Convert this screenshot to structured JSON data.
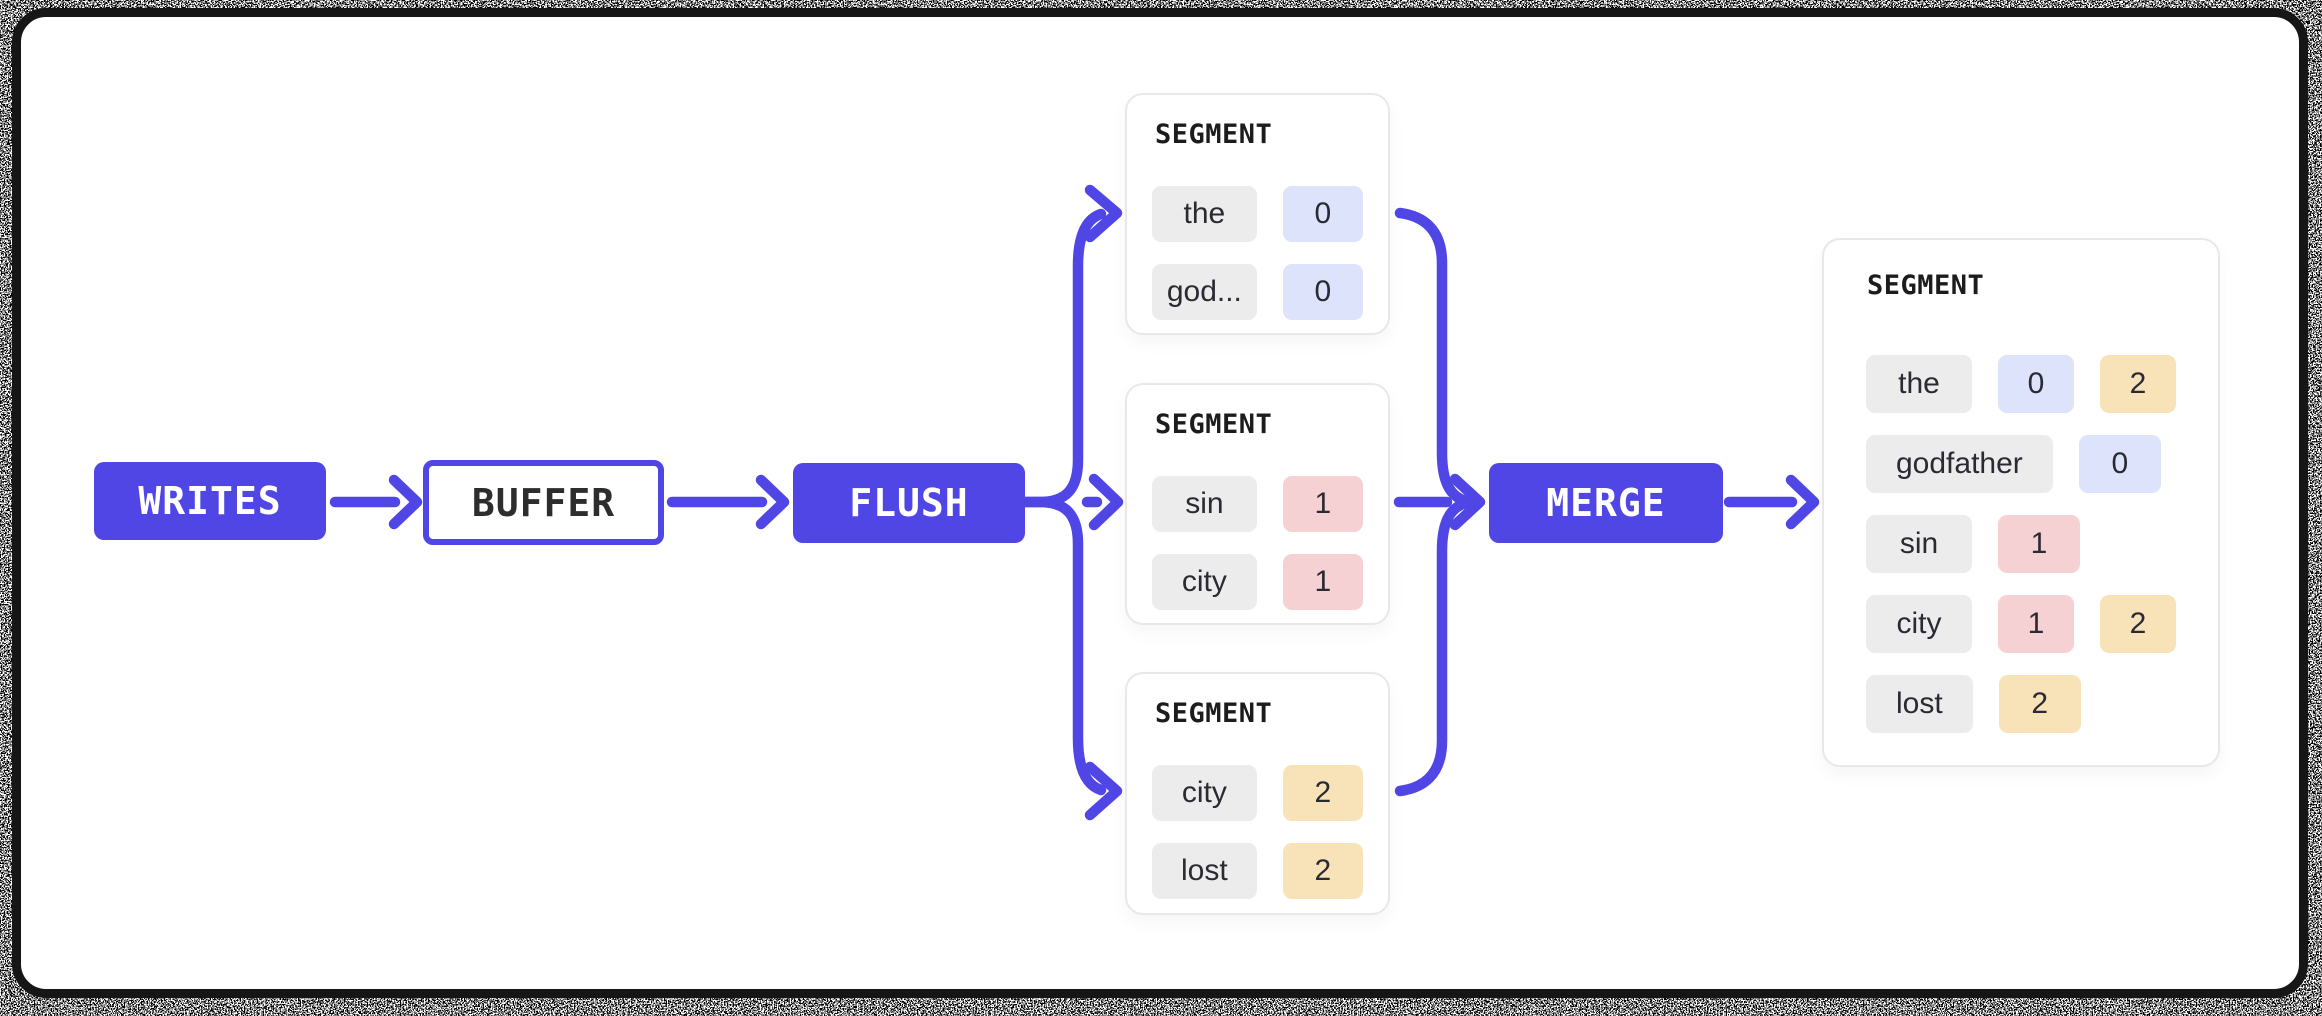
{
  "colors": {
    "accent": "#4F46E5",
    "chip_word_bg": "#ECECEC",
    "chip_blue": "#DDE3FB",
    "chip_pink": "#F5D1D3",
    "chip_yellow": "#F8E3B8",
    "text_dark": "#2A2A32",
    "card_border": "#E8E8E8",
    "frame_border": "#161616"
  },
  "pipeline": {
    "writes_label": "WRITES",
    "buffer_label": "BUFFER",
    "flush_label": "FLUSH",
    "merge_label": "MERGE"
  },
  "segments": [
    {
      "title": "SEGMENT",
      "rows": [
        {
          "term": "the",
          "postings": [
            {
              "doc": "0",
              "color": "blue"
            }
          ]
        },
        {
          "term": "god...",
          "postings": [
            {
              "doc": "0",
              "color": "blue"
            }
          ]
        }
      ]
    },
    {
      "title": "SEGMENT",
      "rows": [
        {
          "term": "sin",
          "postings": [
            {
              "doc": "1",
              "color": "pink"
            }
          ]
        },
        {
          "term": "city",
          "postings": [
            {
              "doc": "1",
              "color": "pink"
            }
          ]
        }
      ]
    },
    {
      "title": "SEGMENT",
      "rows": [
        {
          "term": "city",
          "postings": [
            {
              "doc": "2",
              "color": "yellow"
            }
          ]
        },
        {
          "term": "lost",
          "postings": [
            {
              "doc": "2",
              "color": "yellow"
            }
          ]
        }
      ]
    }
  ],
  "merged_segment": {
    "title": "SEGMENT",
    "rows": [
      {
        "term": "the",
        "postings": [
          {
            "doc": "0",
            "color": "blue"
          },
          {
            "doc": "2",
            "color": "yellow"
          }
        ]
      },
      {
        "term": "godfather",
        "postings": [
          {
            "doc": "0",
            "color": "blue"
          }
        ]
      },
      {
        "term": "sin",
        "postings": [
          {
            "doc": "1",
            "color": "pink"
          }
        ]
      },
      {
        "term": "city",
        "postings": [
          {
            "doc": "1",
            "color": "pink"
          },
          {
            "doc": "2",
            "color": "yellow"
          }
        ]
      },
      {
        "term": "lost",
        "postings": [
          {
            "doc": "2",
            "color": "yellow"
          }
        ]
      }
    ]
  }
}
